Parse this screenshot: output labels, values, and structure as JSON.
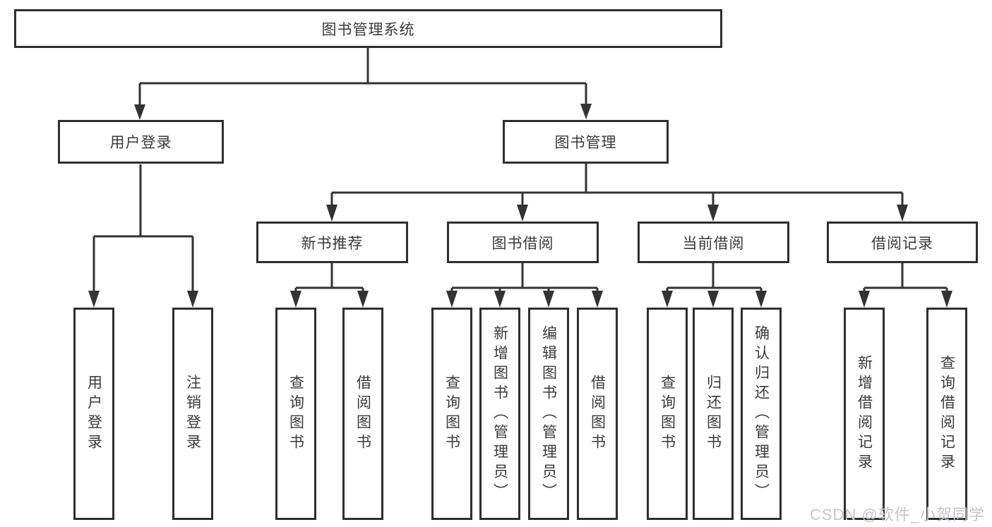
{
  "diagram": {
    "root": {
      "label": "图书管理系统"
    },
    "level2": {
      "user_login": {
        "label": "用户登录"
      },
      "book_mgmt": {
        "label": "图书管理"
      }
    },
    "level3": {
      "new_book": {
        "label": "新书推荐"
      },
      "book_borrow": {
        "label": "图书借阅"
      },
      "current_borrow": {
        "label": "当前借阅"
      },
      "borrow_records": {
        "label": "借阅记录"
      }
    },
    "leaves": {
      "user_login": [
        "用户登录",
        "注销登录"
      ],
      "new_book": [
        "查询图书",
        "借阅图书"
      ],
      "book_borrow": [
        "查询图书",
        "新增图书（管理员）",
        "编辑图书（管理员）",
        "借阅图书"
      ],
      "current_borrow": [
        "查询图书",
        "归还图书",
        "确认归还（管理员）"
      ],
      "borrow_records": [
        "新增借阅记录",
        "查询借阅记录"
      ]
    }
  },
  "watermark": {
    "text": "CSDN @软件_小贺同学"
  },
  "colors": {
    "line": "#333333",
    "box_border": "#2f2f2f",
    "text": "#3a3a3a",
    "background": "#ffffff",
    "watermark_text": "#c4c6cd"
  }
}
